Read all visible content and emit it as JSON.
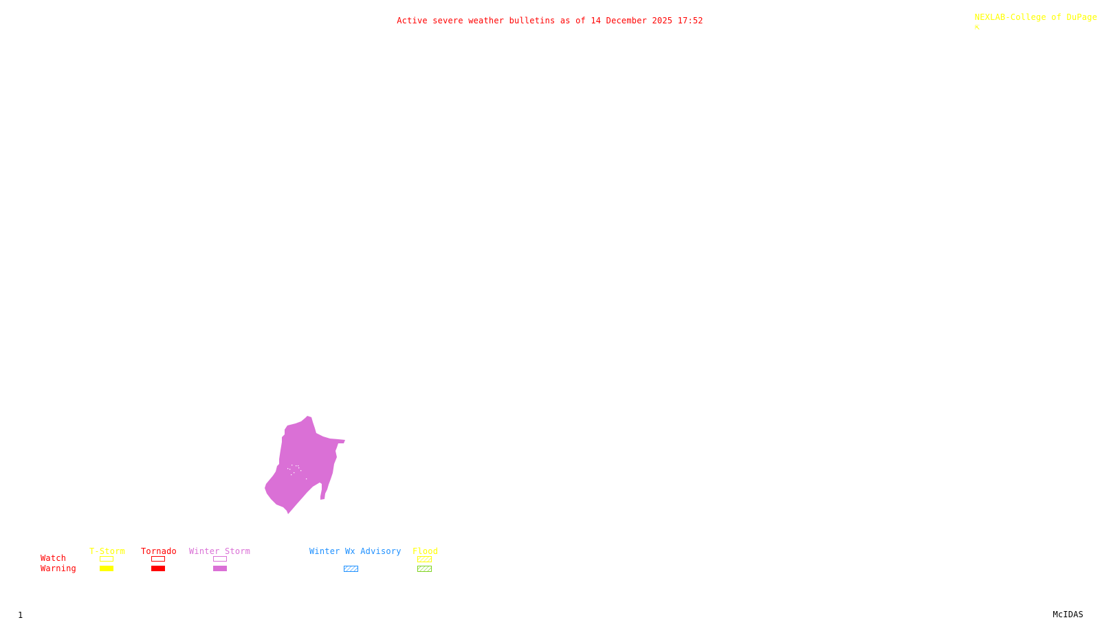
{
  "header": {
    "title": "Active severe weather bulletins as of 14 December 2025 17:52",
    "credit": "NEXLAB-College of DuPage",
    "credit_icon": "cursor-arrow-icon"
  },
  "map": {
    "active_region": {
      "type": "Winter Storm",
      "category": "Warning",
      "color": "#da70d6"
    }
  },
  "legend": {
    "rows": [
      "Watch",
      "Warning"
    ],
    "row_color": "#ff0000",
    "columns": [
      {
        "label": "T-Storm",
        "color": "#ffff00",
        "watch": "outline",
        "warning": "filled"
      },
      {
        "label": "Tornado",
        "color": "#ff0000",
        "watch": "outline",
        "warning": "filled"
      },
      {
        "label": "Winter Storm",
        "color": "#da70d6",
        "watch": "outline",
        "warning": "filled"
      },
      {
        "label": "Winter Wx Advisory",
        "color": "#1e90ff",
        "watch": null,
        "warning": "hatched"
      },
      {
        "label": "Flood",
        "color": "#ffff00",
        "watch": "hatched",
        "warning": "hatched",
        "warning_color": "#7fd320"
      }
    ]
  },
  "footer": {
    "frame_number": "1",
    "software": "McIDAS"
  },
  "colors": {
    "title": "#ff0000",
    "credit": "#ffff00",
    "footer": "#000000"
  }
}
